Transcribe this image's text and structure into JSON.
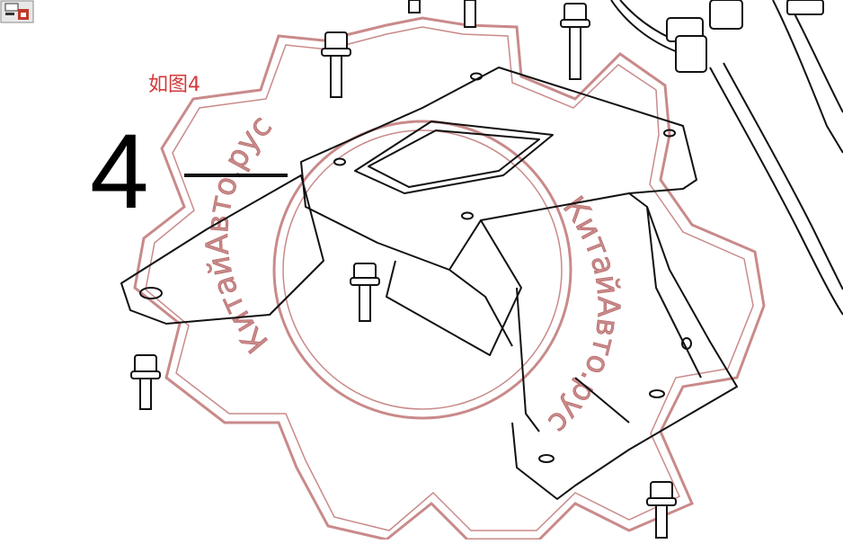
{
  "figure": {
    "caption": "如图4",
    "callout_number": "4"
  },
  "watermark": {
    "text_upper": "КитайАвто.рус",
    "text_right": "КитайАвто.рус"
  },
  "toolbar": {
    "icon": "save-icon"
  },
  "colors": {
    "caption": "#d23a3a",
    "watermark": "#c98a8a",
    "linework": "#111111"
  }
}
